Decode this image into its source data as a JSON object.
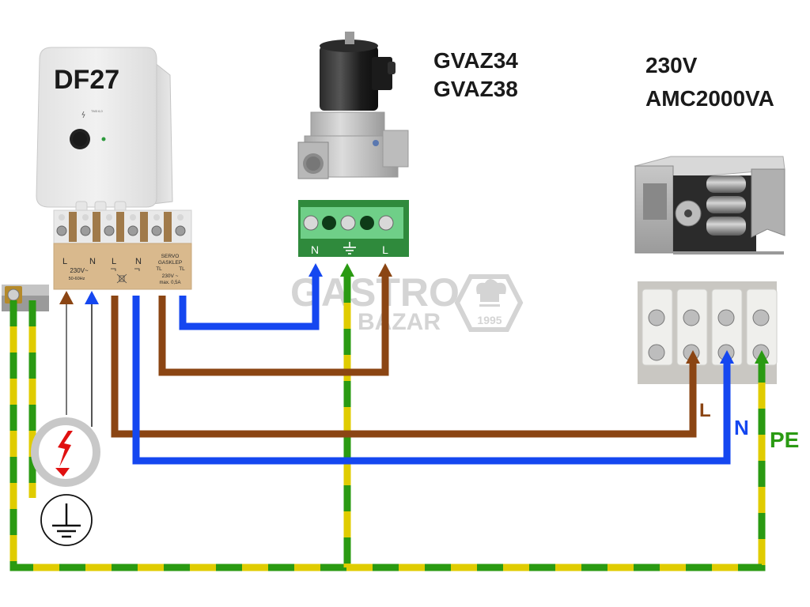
{
  "colors": {
    "live": "#8B4513",
    "neutral": "#1547F0",
    "pe_green": "#2A9A12",
    "pe_yellow": "#E0CC00",
    "supply_wire": "#777777",
    "watermark": "#d4d4d4",
    "hazard_red": "#E01010",
    "hazard_ring": "#C8C8C8"
  },
  "controller": {
    "model": "DF27",
    "plate_small_text": "TM3 6,0",
    "terminal_labels": [
      "L",
      "N",
      "L",
      "N",
      "SERVO",
      "GASKLEP",
      "TL",
      "TL"
    ],
    "supply_rating": "230V~",
    "supply_freq": "50-60Hz",
    "servo_rating": "230V ~",
    "servo_max": "max. 0,5A"
  },
  "gas_valve": {
    "models": [
      "GVAZ34",
      "GVAZ38"
    ],
    "terminal_labels": [
      "N",
      "⏚",
      "L"
    ]
  },
  "fan_unit": {
    "voltage": "230V",
    "model": "AMC2000VA",
    "terminal_labels": [
      "L",
      "N",
      "PE"
    ]
  },
  "watermark": {
    "line1": "GASTRO",
    "line2": "BAZAR",
    "year": "1995"
  },
  "icons": {
    "supply": "high-voltage-icon",
    "earth": "protective-earth-icon"
  }
}
